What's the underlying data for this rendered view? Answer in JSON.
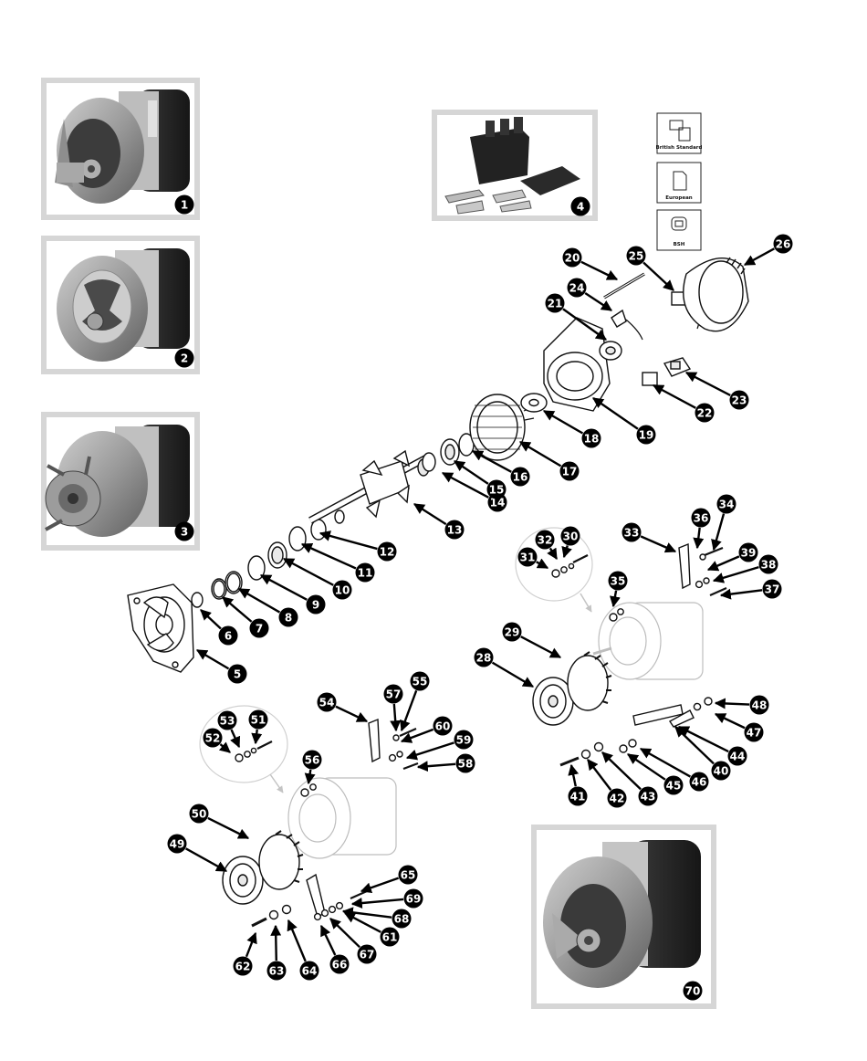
{
  "standard_key": [
    {
      "label": "British Standard",
      "icon": "british-standard-icon"
    },
    {
      "label": "European",
      "icon": "european-icon"
    },
    {
      "label": "BSH",
      "icon": "bsh-icon"
    }
  ],
  "photos": [
    {
      "number": "1"
    },
    {
      "number": "2"
    },
    {
      "number": "3"
    },
    {
      "number": "4"
    },
    {
      "number": "70"
    }
  ],
  "callouts": [
    "1",
    "2",
    "3",
    "4",
    "5",
    "6",
    "7",
    "8",
    "9",
    "10",
    "11",
    "12",
    "13",
    "14",
    "15",
    "16",
    "17",
    "18",
    "19",
    "20",
    "21",
    "22",
    "23",
    "24",
    "25",
    "26",
    "28",
    "29",
    "30",
    "31",
    "32",
    "33",
    "34",
    "35",
    "36",
    "37",
    "38",
    "39",
    "40",
    "41",
    "42",
    "43",
    "44",
    "45",
    "46",
    "47",
    "48",
    "49",
    "50",
    "51",
    "52",
    "53",
    "54",
    "55",
    "56",
    "57",
    "58",
    "59",
    "60",
    "61",
    "62",
    "63",
    "64",
    "65",
    "66",
    "67",
    "68",
    "69",
    "70"
  ]
}
